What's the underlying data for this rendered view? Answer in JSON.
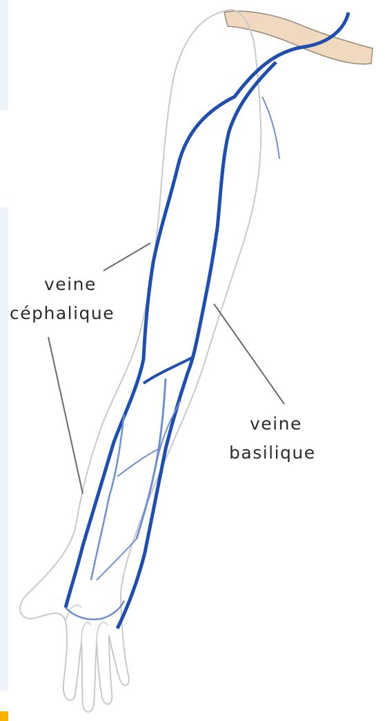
{
  "labels": {
    "cephalic_line1": "veine",
    "cephalic_line2": "céphalique",
    "basilic_line1": "veine",
    "basilic_line2": "basilique"
  },
  "colors": {
    "background": "#ffffff",
    "vein": "#1e4fb0",
    "vein_light": "#6f8fd0",
    "skin_outline": "#c9c9c9",
    "clavicle": "#f1d9c0",
    "pointer_line": "#6a6a6a",
    "side_panel": "#eef4fa",
    "corner_marker": "#f5b400"
  }
}
